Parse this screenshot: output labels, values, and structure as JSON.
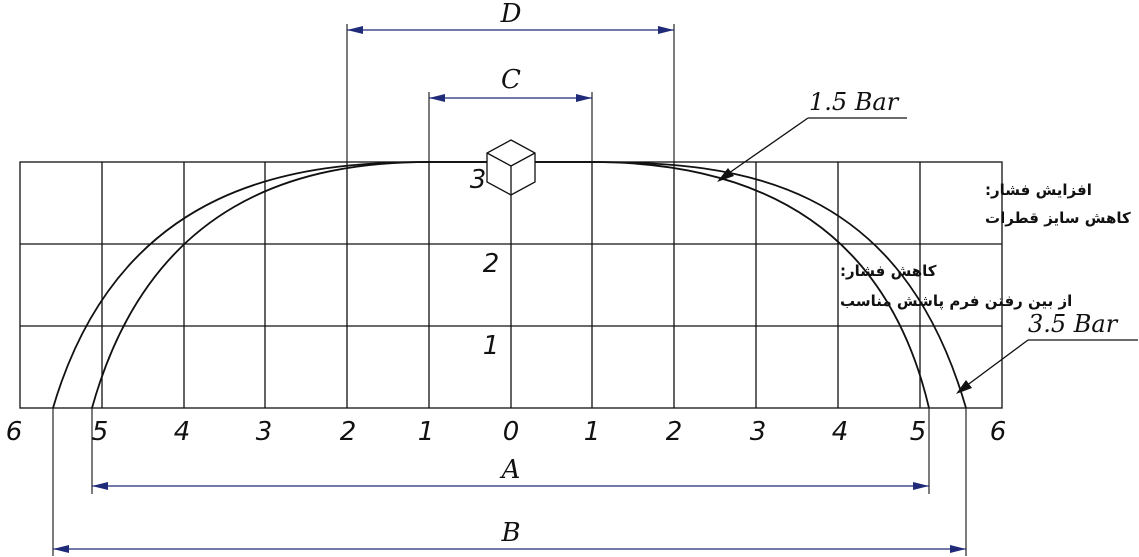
{
  "x_axis_labels": [
    "6",
    "5",
    "4",
    "3",
    "2",
    "1",
    "0",
    "1",
    "2",
    "3",
    "4",
    "5",
    "6"
  ],
  "y_axis_labels": [
    "1",
    "2",
    "3"
  ],
  "dimensions": {
    "a": "A",
    "b": "B",
    "c": "C",
    "d": "D"
  },
  "pressures": {
    "low": "1.5 Bar",
    "high": "3.5 Bar"
  },
  "notes": {
    "increase_title": "افزایش فشار:",
    "increase_effect": "کاهش سایز قطرات",
    "decrease_title": "کاهش فشار:",
    "decrease_effect": "از بین رفتن فرم پاشش مناسب"
  },
  "icons": {
    "nozzle": "hexagon-nozzle-icon"
  },
  "colors": {
    "lines": "#111111",
    "dimension": "#1f2a78",
    "background": "#ffffff"
  }
}
